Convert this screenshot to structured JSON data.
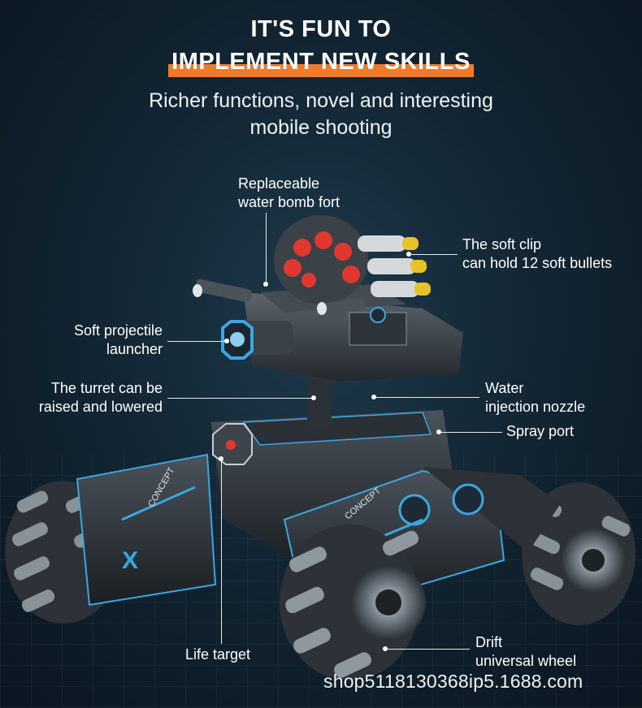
{
  "header": {
    "line1": "IT'S FUN TO",
    "line2": "IMPLEMENT NEW SKILLS",
    "subtitle_line1": "Richer functions, novel and interesting",
    "subtitle_line2": "mobile shooting"
  },
  "callouts": {
    "fort_line1": "Replaceable",
    "fort_line2": "water bomb fort",
    "clip_line1": "The soft clip",
    "clip_line2": "can hold 12 soft bullets",
    "launcher_line1": "Soft projectile",
    "launcher_line2": "launcher",
    "turret_line1": "The turret can be",
    "turret_line2": "raised and lowered",
    "nozzle_line1": "Water",
    "nozzle_line2": "injection nozzle",
    "spray": "Spray port",
    "life_target": "Life target",
    "wheel_line1": "Drift",
    "wheel_line2": "universal wheel"
  },
  "vehicle_markings": {
    "body_text_left": "CONCEPT",
    "body_text_right": "CONCEPT",
    "emblem_letter": "X"
  },
  "watermark": "shop5118130368ip5.1688.com",
  "colors": {
    "accent_orange": "#f07a2b",
    "accent_blue": "#3aa7e0",
    "bullet_red": "#e0382f",
    "bullet_yellow": "#e9c12a",
    "background_dark": "#0f202c"
  }
}
